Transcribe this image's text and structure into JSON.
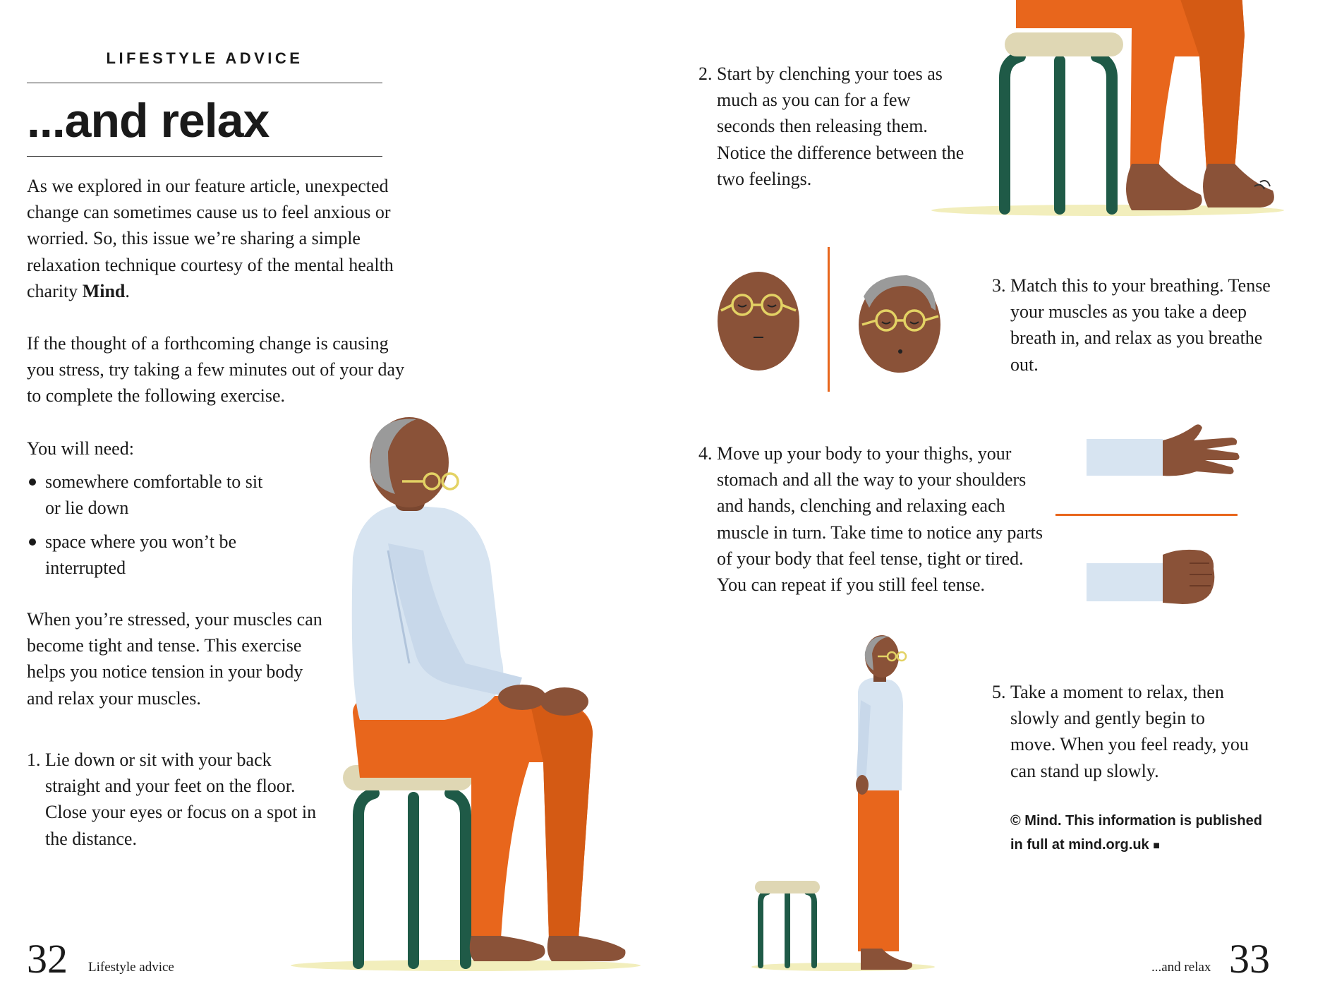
{
  "left_page": {
    "kicker": "LIFESTYLE ADVICE",
    "title": "...and relax",
    "intro": {
      "text": "As we explored in our feature article, unexpected change can sometimes cause us to feel anxious or worried. So, this issue we’re sharing a simple relaxation technique courtesy of the mental health charity ",
      "bold": "Mind",
      "end": "."
    },
    "paragraph2": "If the thought of a forthcoming change is causing you stress, try taking a few minutes out of your day to complete the following exercise.",
    "you_will_need": "You will need:",
    "needs": [
      "somewhere comfortable to sit or lie down",
      "space where you won’t be interrupted"
    ],
    "paragraph3": "When you’re stressed, your muscles can become tight and tense. This exercise helps you notice tension in your body and relax your muscles.",
    "step1": {
      "num": "1.",
      "text": "Lie down or sit with your back straight and your feet on the floor. Close your eyes or focus on a spot in the distance."
    },
    "folio": "32",
    "running_head": "Lifestyle advice"
  },
  "right_page": {
    "step2": {
      "num": "2.",
      "text": "Start by clenching your toes as much as you can for a few seconds then releasing them. Notice the difference between the two feelings."
    },
    "step3": {
      "num": "3.",
      "text": "Match this to your breathing. Tense your muscles as you take a deep breath in, and relax as you breathe out."
    },
    "step4": {
      "num": "4.",
      "text": "Move up your body to your thighs, your stomach and all the way to your shoulders and hands, clenching and relaxing each muscle in turn. Take time to notice any parts of your body that feel tense, tight or tired. You can repeat if you still feel tense."
    },
    "step5": {
      "num": "5.",
      "text": "Take a moment to relax, then slowly and gently begin to move. When you feel ready, you can stand up slowly."
    },
    "credit": "© Mind. This information is published in full at mind.org.uk",
    "end_mark": "■",
    "folio": "33",
    "running_head": "...and relax"
  },
  "colors": {
    "text": "#1a1a1a",
    "orange": "#e8661c",
    "orange_dark": "#d45a14",
    "skin": "#8a5238",
    "shirt": "#d7e4f1",
    "stool_seat": "#dfd7b4",
    "stool_legs": "#1f5a47",
    "glasses": "#e3d264",
    "floor": "#f2eebc"
  }
}
